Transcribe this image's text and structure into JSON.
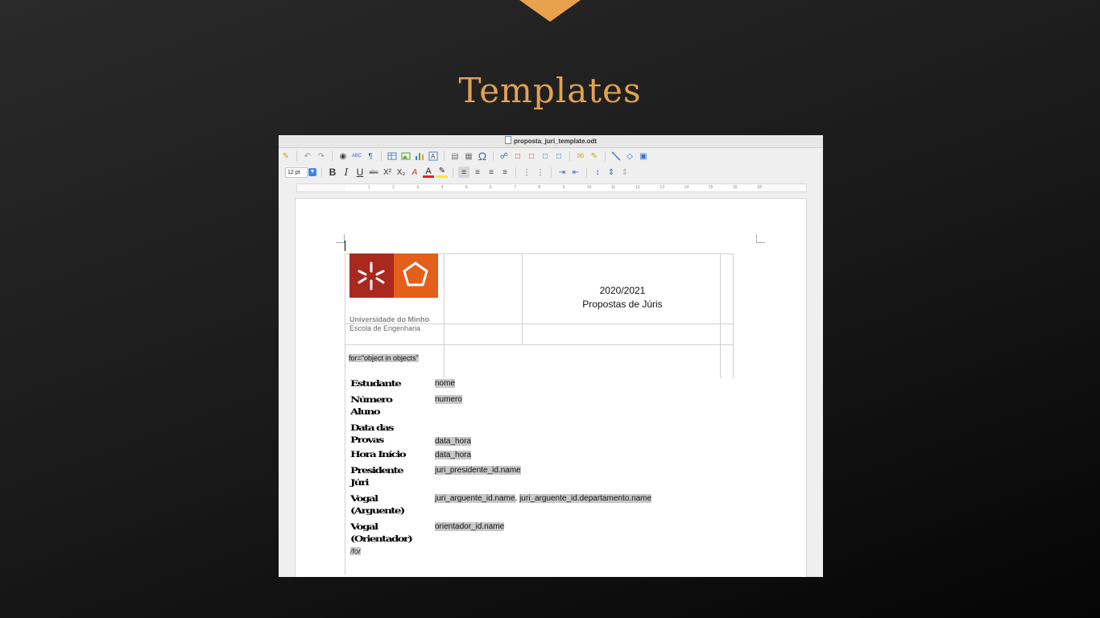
{
  "slide": {
    "title": "Templates"
  },
  "window": {
    "filename": "proposta_juri_template.odt"
  },
  "toolbar": {
    "font_size": "12 pt",
    "bold": "B",
    "italic": "I",
    "underline": "U",
    "strike": "abc",
    "superscript": "X²",
    "subscript": "X₂",
    "omega": "Ω"
  },
  "ruler": {
    "ticks": [
      "1",
      "2",
      "3",
      "4",
      "5",
      "6",
      "7",
      "8",
      "9",
      "10",
      "11",
      "12",
      "13",
      "14",
      "15",
      "16",
      "18"
    ]
  },
  "document": {
    "logo_caption": "Universidade do Minho",
    "school": "Escola de Engenharia",
    "year": "2020/2021",
    "subtitle": "Propostas de Júris",
    "loop_start": "for=\"object in objects\"",
    "loop_end": "/for",
    "fields": [
      {
        "label1": "Estudante",
        "label2": "",
        "value": "nome",
        "value2": ""
      },
      {
        "label1": "Número",
        "label2": "Aluno",
        "value": "numero",
        "value2": ""
      },
      {
        "label1": "Data das",
        "label2": "Provas",
        "value": "data_hora",
        "value2": ""
      },
      {
        "label1": "Hora Início",
        "label2": "",
        "value": "data_hora",
        "value2": ""
      },
      {
        "label1": "Presidente",
        "label2": "Júri",
        "value": "juri_presidente_id.name",
        "value2": ""
      },
      {
        "label1": "Vogal",
        "label2": "(Arguente)",
        "value": "juri_arguente_id.name",
        "value2": "juri_arguente_id.departamento.name"
      },
      {
        "label1": "Vogal",
        "label2": "(Orientador)",
        "value": "orientador_id.name",
        "value2": ""
      }
    ]
  }
}
